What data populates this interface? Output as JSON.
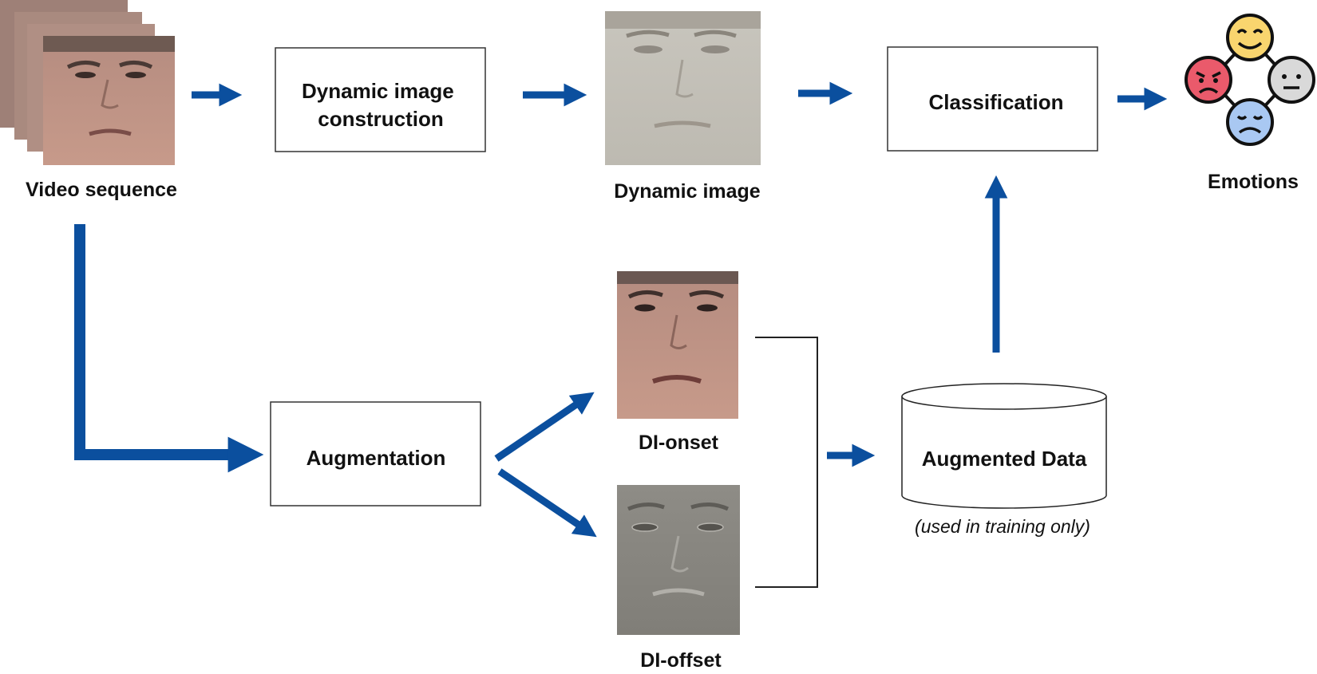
{
  "labels": {
    "video_sequence": "Video sequence",
    "dynamic_image": "Dynamic image",
    "emotions": "Emotions",
    "di_onset": "DI-onset",
    "di_offset": "DI-offset"
  },
  "boxes": {
    "dynamic_image_construction": [
      "Dynamic image",
      "construction"
    ],
    "classification": "Classification",
    "augmentation": "Augmentation",
    "augmented_data": "Augmented Data"
  },
  "notes": {
    "training_only": "(used in training only)"
  },
  "colors": {
    "arrow": "#0B4F9E",
    "box_border": "#333333",
    "emoji_happy": "#F9D56E",
    "emoji_angry": "#EA5A6B",
    "emoji_neutral": "#D9D9D9",
    "emoji_sad": "#A9C8F2"
  }
}
